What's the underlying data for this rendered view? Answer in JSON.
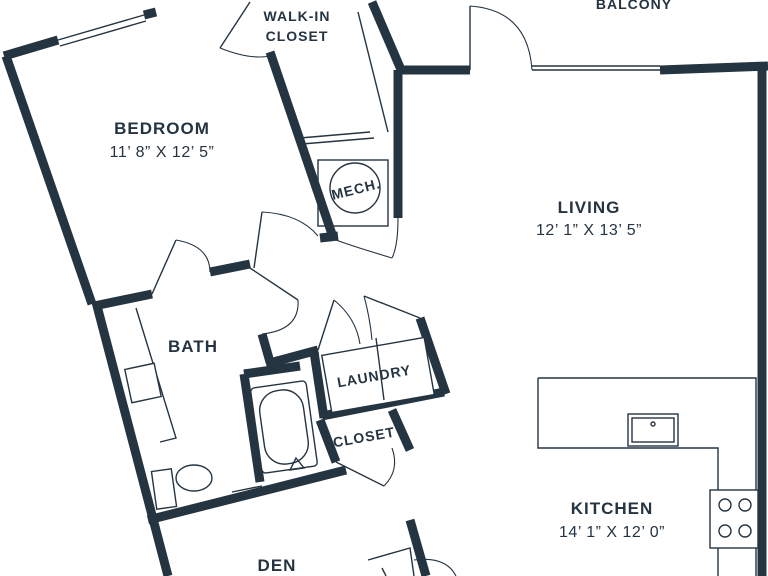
{
  "colors": {
    "wall": "#253441",
    "background": "#ffffff"
  },
  "rooms": {
    "balcony": {
      "name": "BALCONY"
    },
    "walk_in_closet": {
      "name_line1": "WALK-IN",
      "name_line2": "CLOSET"
    },
    "bedroom": {
      "name": "BEDROOM",
      "dims": "11’ 8” X 12’ 5”"
    },
    "mech": {
      "name": "MECH."
    },
    "living": {
      "name": "LIVING",
      "dims": "12’ 1” X 13’ 5”"
    },
    "bath": {
      "name": "BATH"
    },
    "laundry": {
      "name": "LAUNDRY"
    },
    "closet": {
      "name": "CLOSET"
    },
    "kitchen": {
      "name": "KITCHEN",
      "dims": "14’ 1” X 12’ 0”"
    },
    "den": {
      "name": "DEN"
    }
  }
}
